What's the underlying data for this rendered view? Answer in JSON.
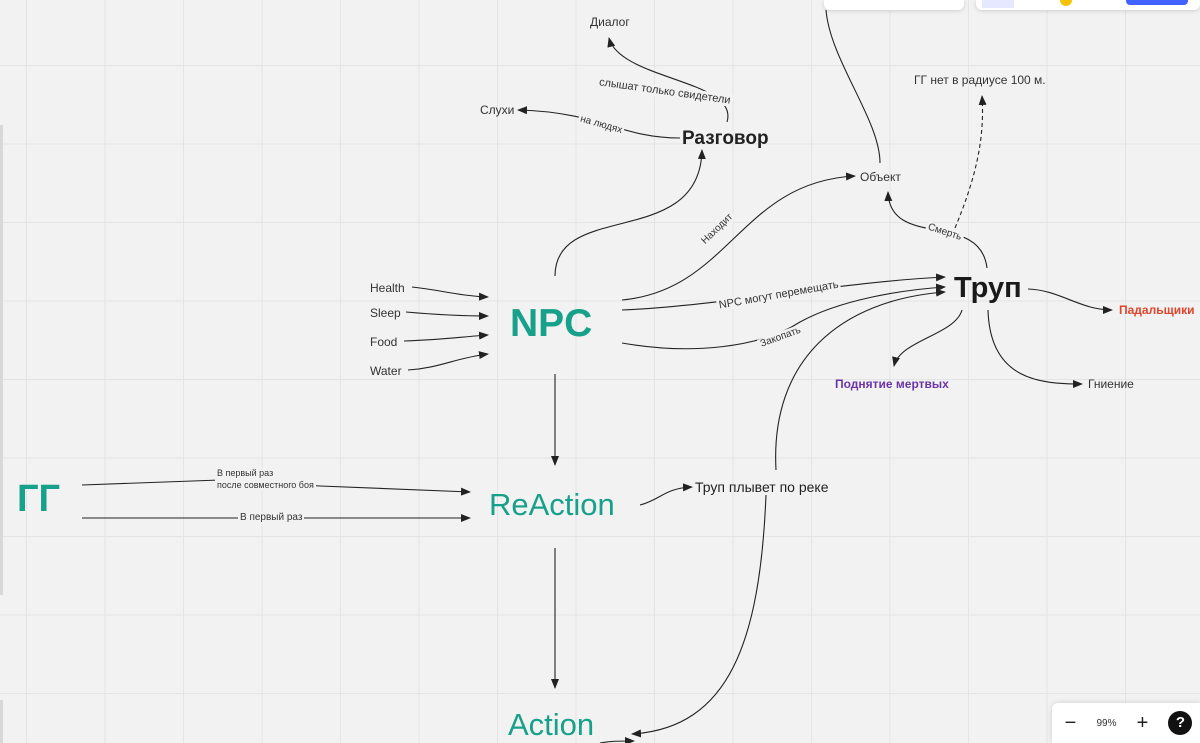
{
  "nodes": {
    "dialog": "Диалог",
    "rumors": "Слухи",
    "talk": "Разговор",
    "object": "Объект",
    "no_gg": "ГГ нет в радиусе 100 м.",
    "health": "Health",
    "sleep": "Sleep",
    "food": "Food",
    "water": "Water",
    "npc": "NPC",
    "corpse": "Труп",
    "scavengers": "Падальщики",
    "raise_dead": "Поднятие мертвых",
    "decay": "Гниение",
    "gg": "ГГ",
    "reaction": "ReAction",
    "river": "Труп плывет по реке",
    "action": "Action"
  },
  "edge_labels": {
    "only_witnesses": "слышат только свидетели",
    "on_people": "на людях",
    "finds": "Находит",
    "death": "Смерть",
    "npc_can_move": "NPC могут перемещать",
    "bury": "Закопать",
    "first_time_line1": "В первый раз",
    "first_time_line2": "после совместного боя",
    "first_time": "В первый раз"
  },
  "zoom": {
    "minus": "−",
    "value": "99%",
    "plus": "+",
    "help": "?"
  },
  "colors": {
    "teal": "#17a08a",
    "scavengers": "#e0452b",
    "raise_dead": "#6a35a8",
    "stroke": "#222222"
  }
}
